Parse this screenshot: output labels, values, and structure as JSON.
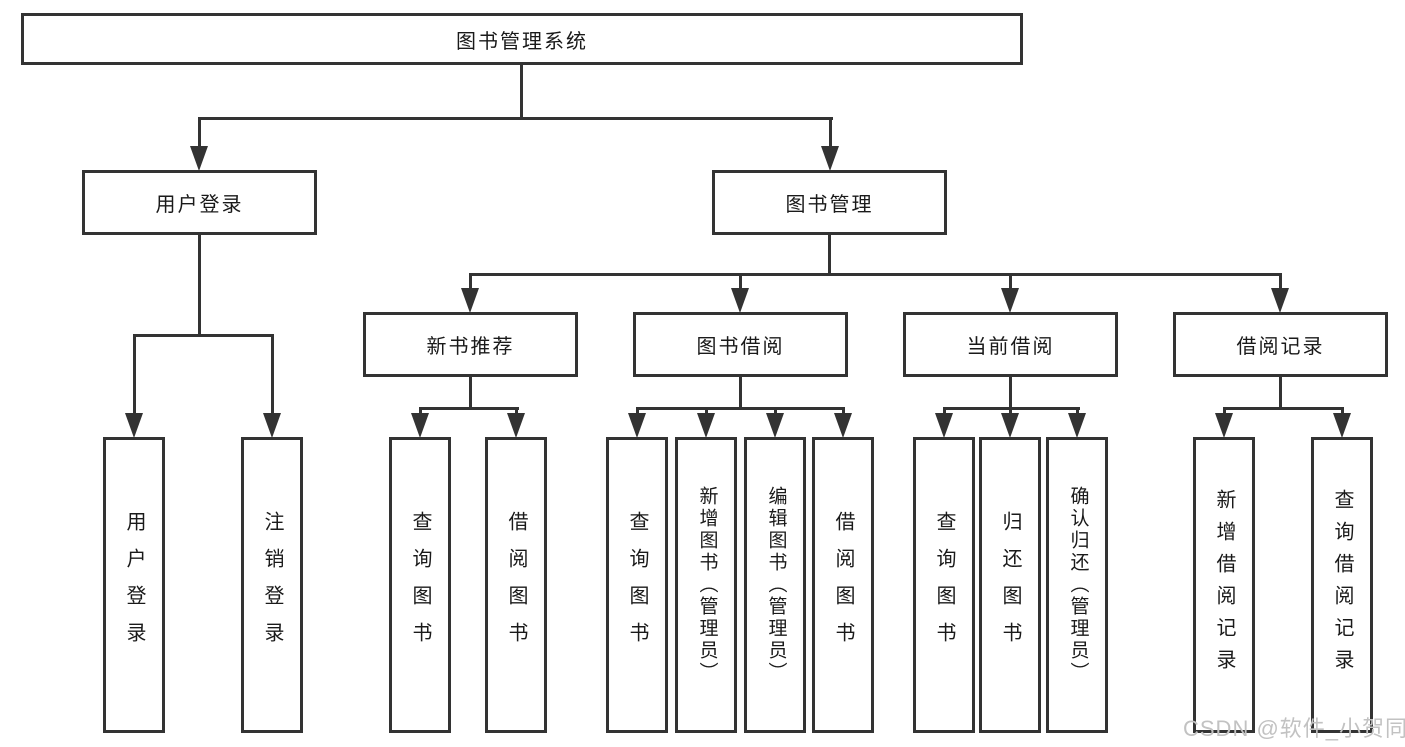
{
  "diagram": {
    "root": {
      "label": "图书管理系统"
    },
    "level2": [
      {
        "label": "用户登录"
      },
      {
        "label": "图书管理"
      }
    ],
    "level3": [
      {
        "label": "新书推荐"
      },
      {
        "label": "图书借阅"
      },
      {
        "label": "当前借阅"
      },
      {
        "label": "借阅记录"
      }
    ],
    "leaves": [
      {
        "label": "用户登录"
      },
      {
        "label": "注销登录"
      },
      {
        "label": "查询图书"
      },
      {
        "label": "借阅图书"
      },
      {
        "label": "查询图书"
      },
      {
        "label": "新增图书（管理员）"
      },
      {
        "label": "编辑图书（管理员）"
      },
      {
        "label": "借阅图书"
      },
      {
        "label": "查询图书"
      },
      {
        "label": "归还图书"
      },
      {
        "label": "确认归还（管理员）"
      },
      {
        "label": "新增借阅记录"
      },
      {
        "label": "查询借阅记录"
      }
    ]
  },
  "watermark": {
    "text": "CSDN @软件_小贺同学"
  },
  "colors": {
    "line": "#333333",
    "text": "#1a1a1a",
    "watermark": "#c2c2c2",
    "background": "#ffffff"
  }
}
